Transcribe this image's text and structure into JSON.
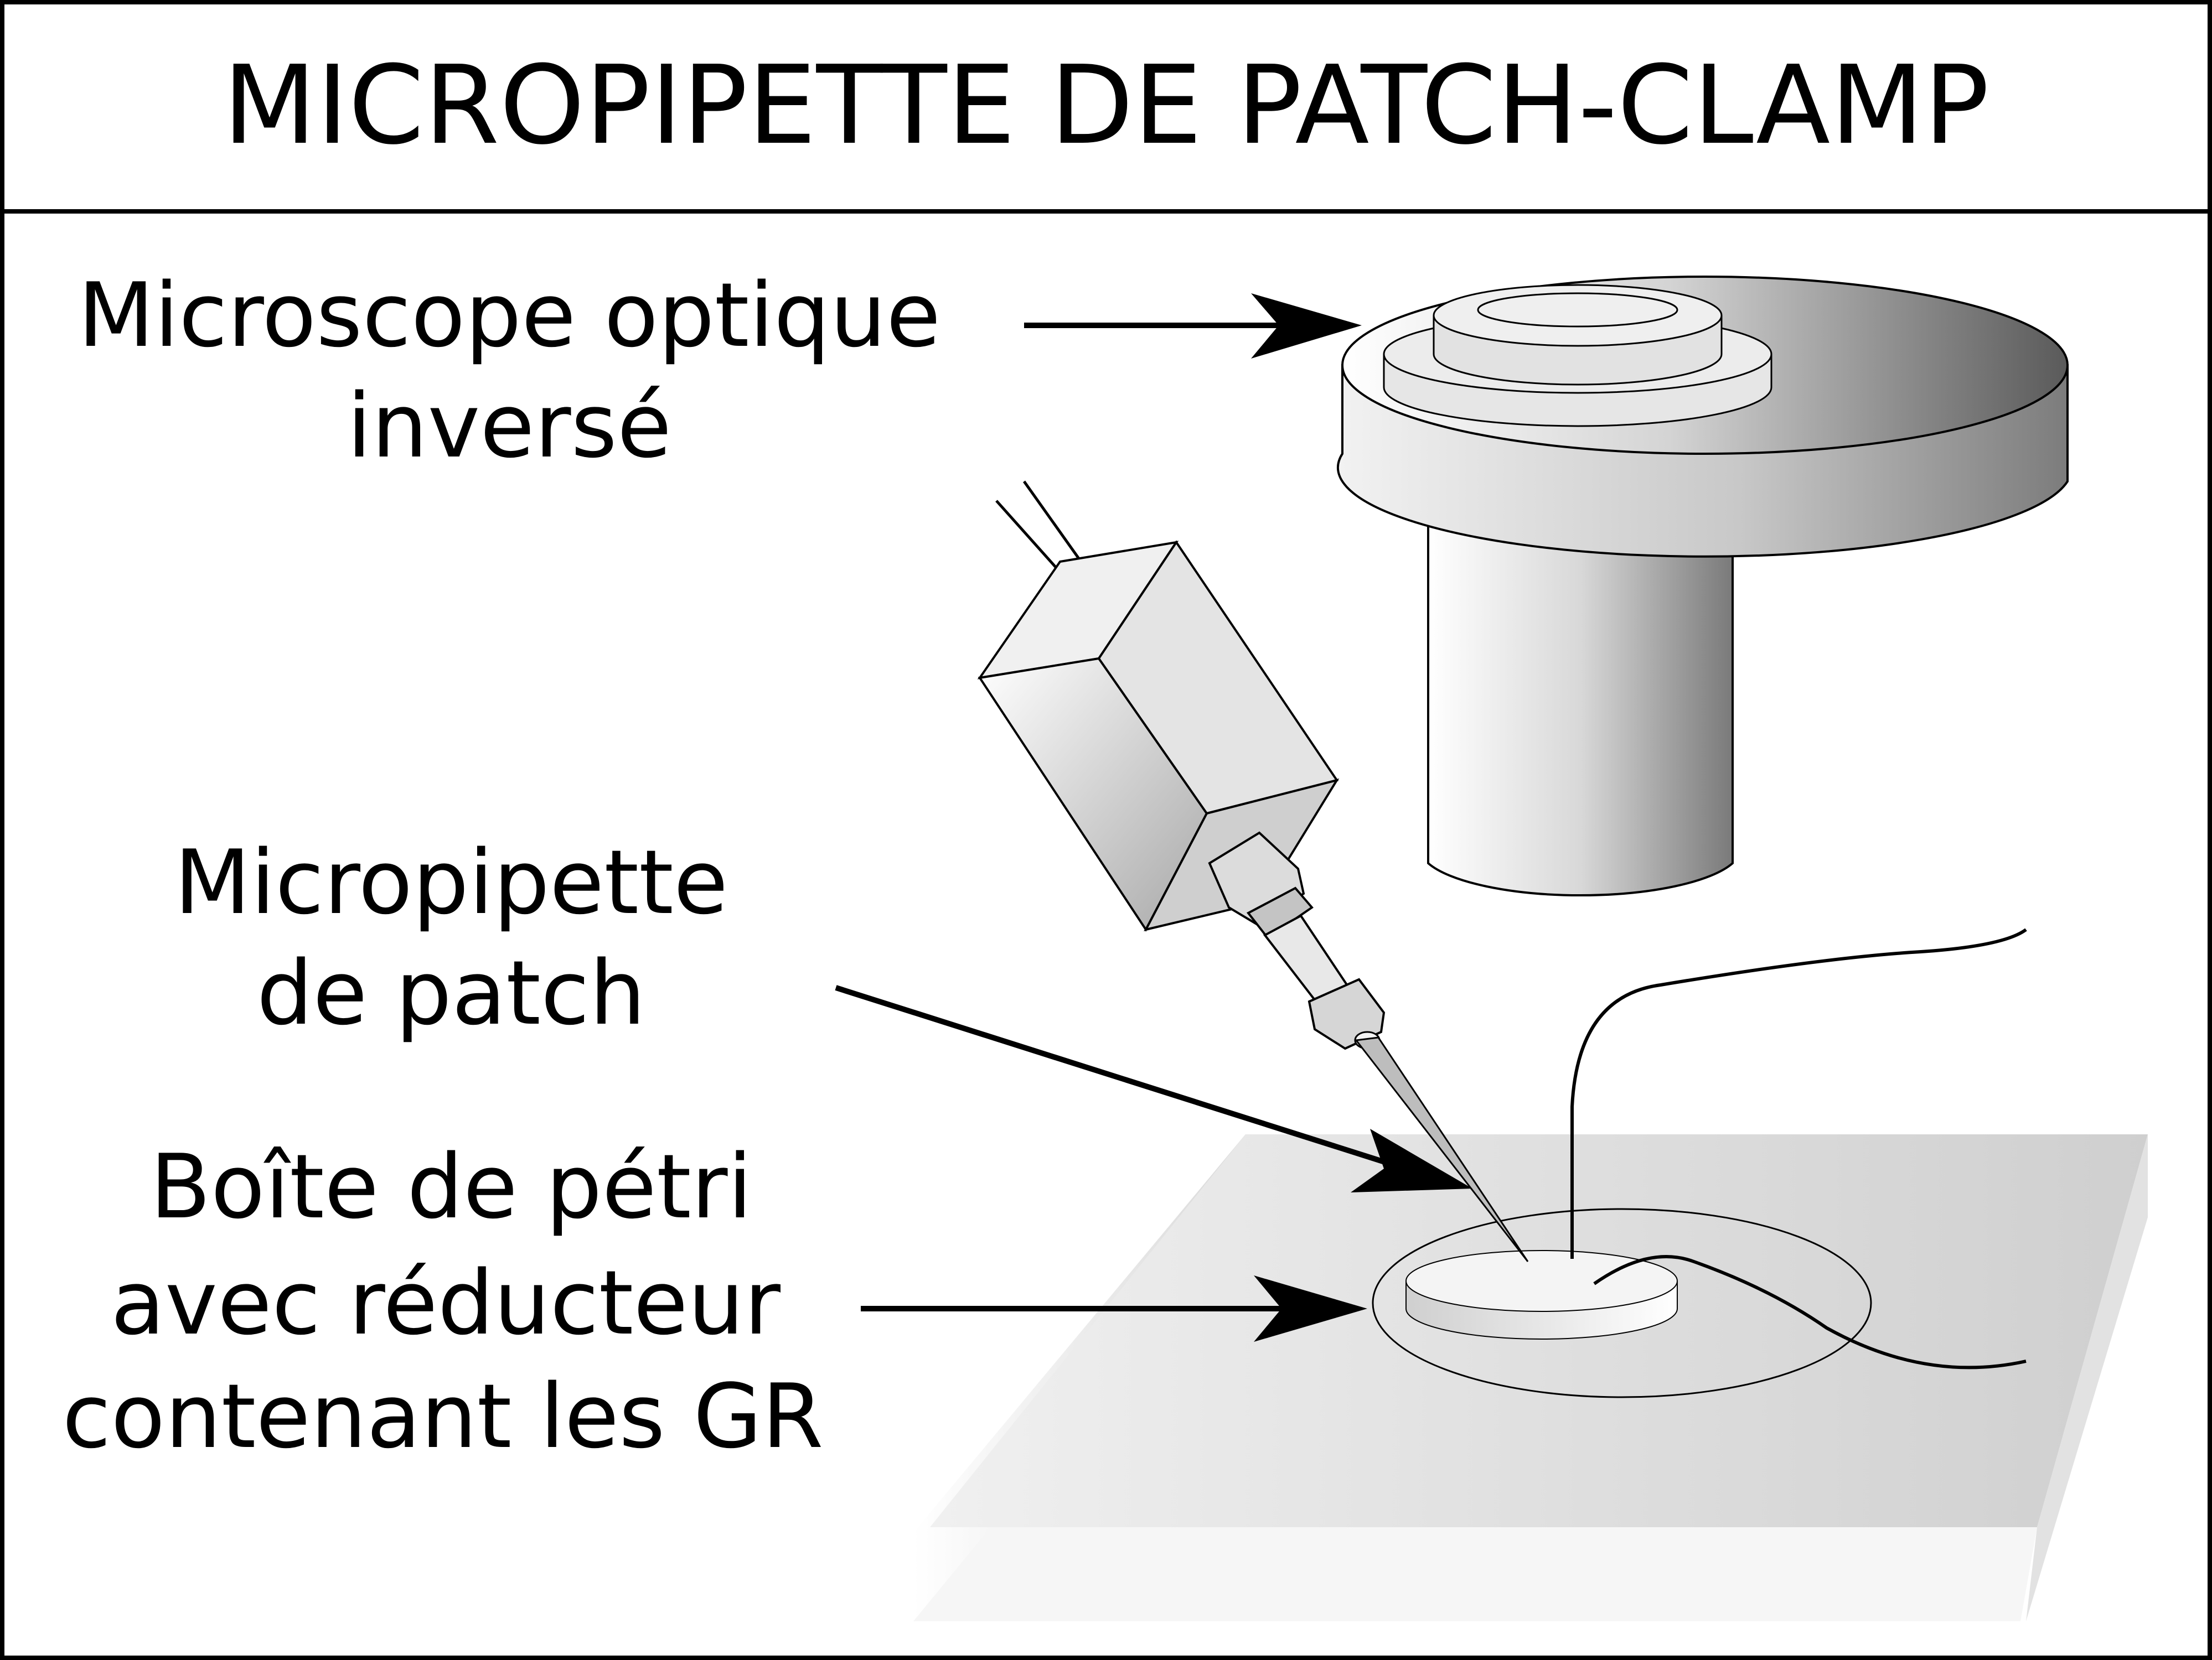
{
  "title": "MICROPIPETTE  DE PATCH-CLAMP",
  "labels": {
    "microscope": [
      "Microscope optique",
      "inversé"
    ],
    "micropipette": [
      "Micropipette",
      "de patch"
    ],
    "petri": [
      "Boîte de pétri",
      "avec réducteur",
      "contenant les GR"
    ]
  },
  "colors": {
    "line": "#000000",
    "background": "#ffffff",
    "metal_light": "#f4f4f4",
    "metal_dark": "#7a7a7a",
    "stage_top": "#dcdcdc"
  }
}
